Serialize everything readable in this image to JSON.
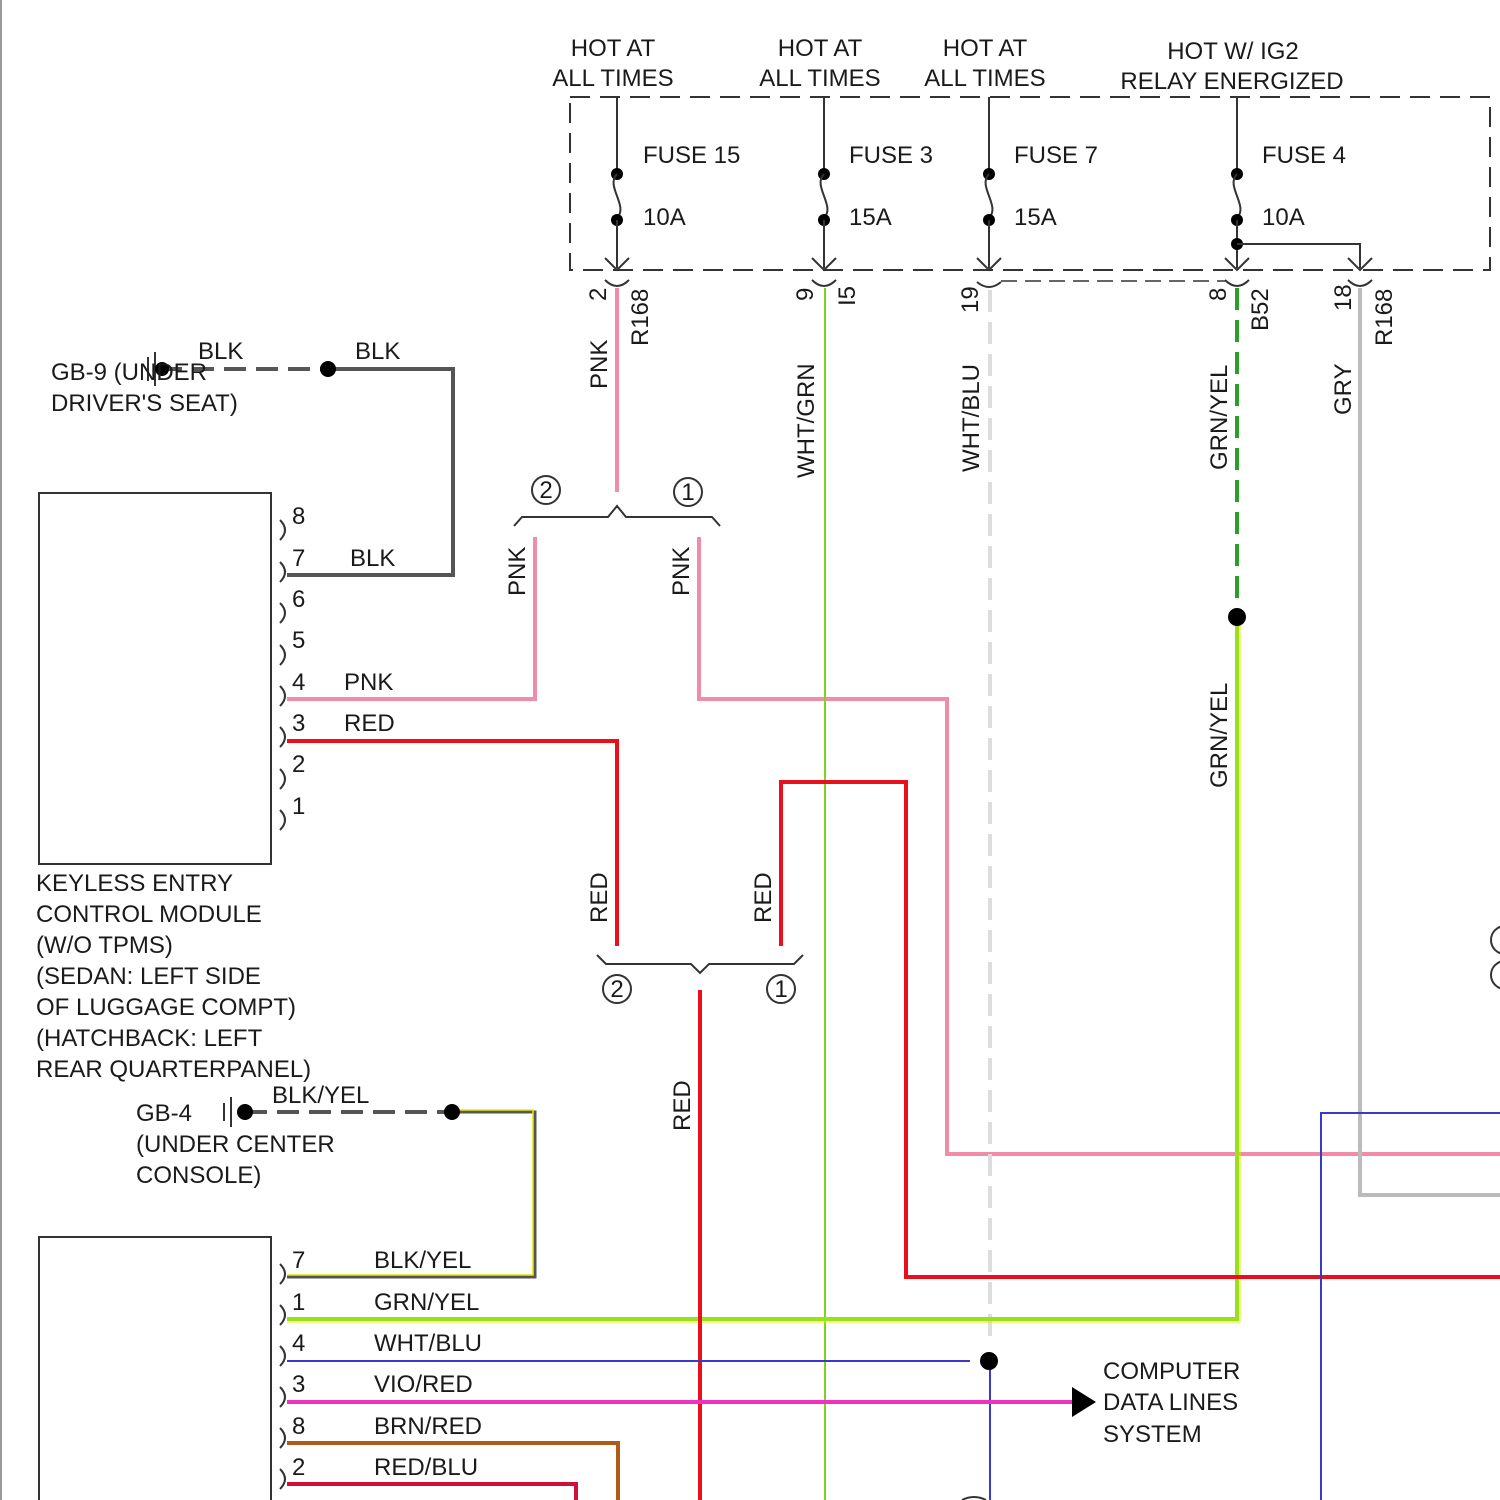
{
  "sources": [
    {
      "line1": "HOT AT",
      "line2": "ALL TIMES"
    },
    {
      "line1": "HOT AT",
      "line2": "ALL TIMES"
    },
    {
      "line1": "HOT AT",
      "line2": "ALL TIMES"
    },
    {
      "line1": "HOT W/ IG2",
      "line2": "RELAY ENERGIZED"
    }
  ],
  "fuses": [
    {
      "name": "FUSE 15",
      "rating": "10A"
    },
    {
      "name": "FUSE 3",
      "rating": "15A"
    },
    {
      "name": "FUSE 7",
      "rating": "15A"
    },
    {
      "name": "FUSE 4",
      "rating": "10A"
    }
  ],
  "pins": {
    "fuse15_pin": "2",
    "fuse15_conn": "R168",
    "fuse3_pin": "9",
    "fuse3_conn": "I5",
    "fuse7_pin": "19",
    "fuse4_pin": "8",
    "fuse4_conn": "B52",
    "gry_pin": "18",
    "gry_conn": "R168"
  },
  "wire_colors": {
    "pnk": "PNK",
    "wht_grn": "WHT/GRN",
    "wht_blu": "WHT/BLU",
    "grn_yel": "GRN/YEL",
    "gry": "GRY",
    "red": "RED",
    "blk": "BLK"
  },
  "grounds": {
    "gb9_l1": "GB-9 (UNDER",
    "gb9_l2": "DRIVER'S SEAT)",
    "gb4_l1": "GB-4",
    "gb4_l2": "(UNDER CENTER",
    "gb4_l3": "CONSOLE)",
    "blk": "BLK",
    "blk_yel": "BLK/YEL"
  },
  "splices": {
    "one": "1",
    "two": "2"
  },
  "module": {
    "lines": [
      "KEYLESS ENTRY",
      "CONTROL MODULE",
      "(W/O TPMS)",
      "(SEDAN: LEFT SIDE",
      "OF LUGGAGE COMPT)",
      "(HATCHBACK: LEFT",
      "REAR QUARTERPANEL)"
    ],
    "pins": [
      "8",
      "7",
      "6",
      "5",
      "4",
      "3",
      "2",
      "1"
    ],
    "wires": {
      "p7": "BLK",
      "p4": "PNK",
      "p3": "RED"
    }
  },
  "lower_connector": {
    "pins": [
      {
        "pin": "7",
        "label": "BLK/YEL"
      },
      {
        "pin": "1",
        "label": "GRN/YEL"
      },
      {
        "pin": "4",
        "label": "WHT/BLU"
      },
      {
        "pin": "3",
        "label": "VIO/RED"
      },
      {
        "pin": "8",
        "label": "BRN/RED"
      },
      {
        "pin": "2",
        "label": "RED/BLU"
      }
    ]
  },
  "data_lines": {
    "l1": "COMPUTER",
    "l2": "DATA LINES",
    "l3": "SYSTEM"
  },
  "colors": {
    "pink": "#f08ca8",
    "red": "#e8101a",
    "green": "#7ed321",
    "green_dark": "#2aa02a",
    "gray": "#bbbbbb",
    "blue": "#3a3ac8",
    "magenta": "#f030c0",
    "brown": "#b05a1a",
    "yellow": "#e8e800",
    "dark": "#555555"
  }
}
